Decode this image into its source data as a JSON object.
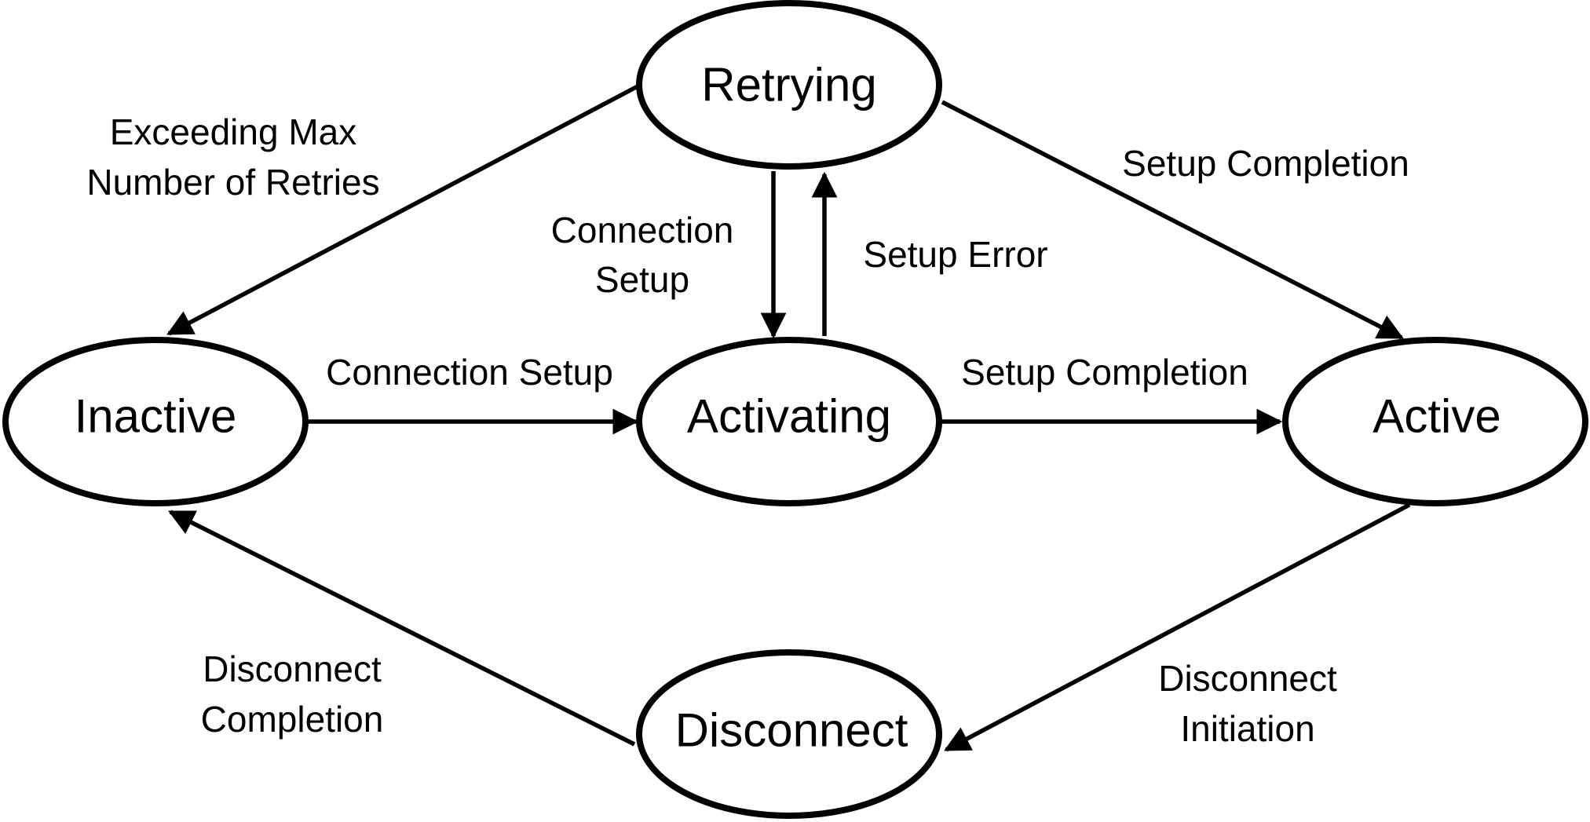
{
  "diagram": {
    "states": {
      "retrying": "Retrying",
      "inactive": "Inactive",
      "activating": "Activating",
      "active": "Active",
      "disconnect": "Disconnect"
    },
    "transitions": {
      "retrying_to_inactive": [
        "Exceeding Max",
        "Number of Retries"
      ],
      "retrying_to_activating": [
        "Connection",
        "Setup"
      ],
      "activating_to_retrying": [
        "Setup Error"
      ],
      "retrying_to_active": [
        "Setup Completion"
      ],
      "inactive_to_activating": [
        "Connection Setup"
      ],
      "activating_to_active": [
        "Setup Completion"
      ],
      "active_to_disconnect": [
        "Disconnect",
        "Initiation"
      ],
      "disconnect_to_inactive": [
        "Disconnect",
        "Completion"
      ]
    },
    "colors": {
      "stroke": "#000000",
      "fill": "#ffffff"
    }
  }
}
